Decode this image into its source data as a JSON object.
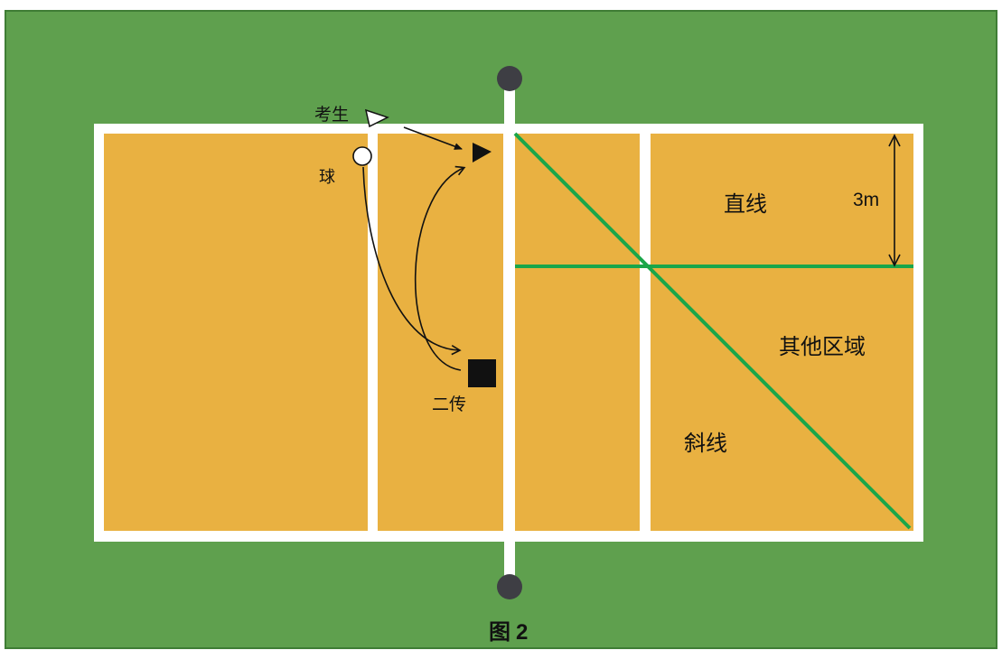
{
  "colors": {
    "field": "#5fa04e",
    "field_border": "#3f7d35",
    "court": "#e9b141",
    "line_white": "#ffffff",
    "target_green": "#1aa64a",
    "post": "#3e3e44",
    "ink": "#111111"
  },
  "labels": {
    "examinee": "考生",
    "ball": "球",
    "setter": "二传",
    "straight": "直线",
    "distance": "3m",
    "other_area": "其他区域",
    "diagonal": "斜线",
    "caption_prefix": "图",
    "caption_number": "2"
  }
}
